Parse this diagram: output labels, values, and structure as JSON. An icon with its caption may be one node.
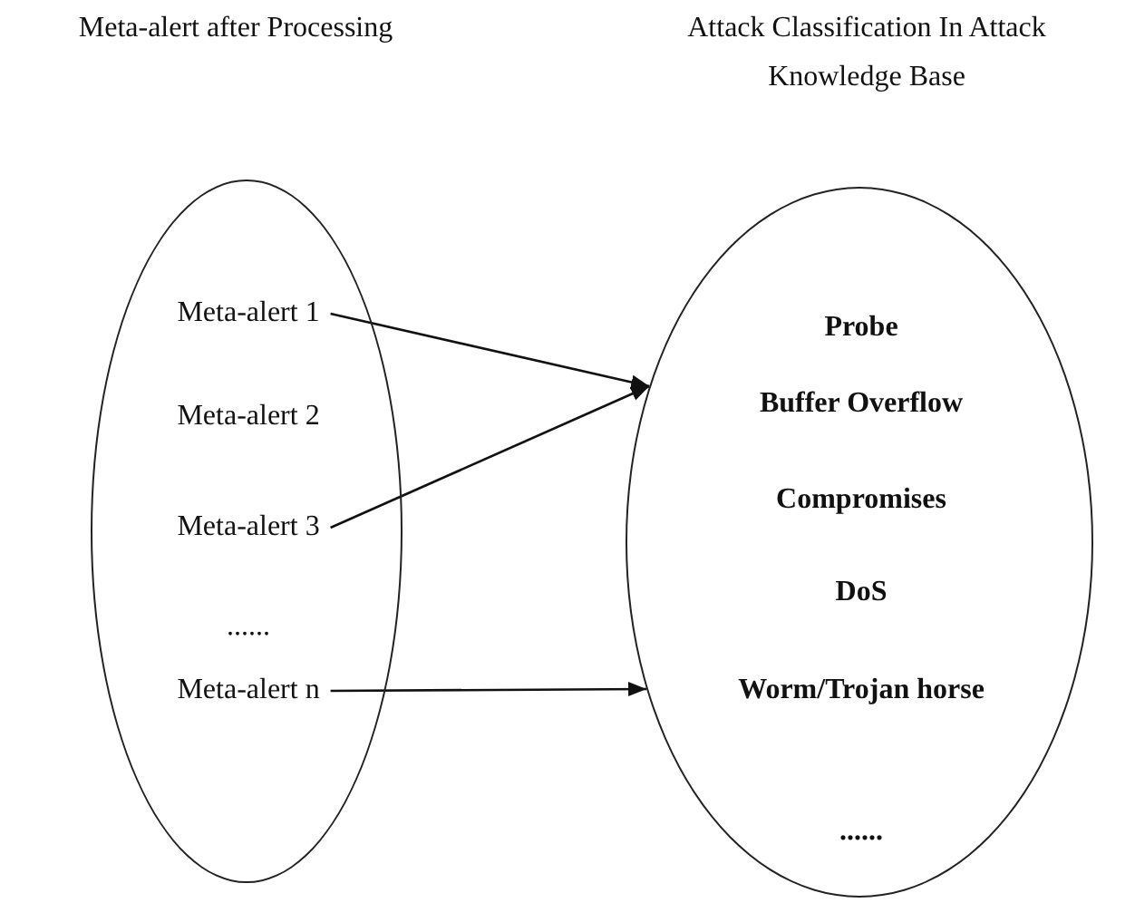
{
  "diagram": {
    "nodes": [
      {
        "text": [
          "Meta-alert after Processing"
        ]
      },
      {
        "text": [
          "Meta-alert 1"
        ],
        "in": 0
      },
      {
        "text": [
          "Meta-alert 2"
        ],
        "in": 0
      },
      {
        "text": [
          "Meta-alert 3"
        ],
        "in": 0
      },
      {
        "text": [
          "......"
        ],
        "in": 0
      },
      {
        "text": [
          "Meta-alert n"
        ],
        "in": 0
      },
      {
        "text": [
          "Attack Classification In Attack Knowledge Base"
        ]
      },
      {
        "text": [
          "Probe"
        ],
        "in": 6
      },
      {
        "text": [
          "Buffer Overflow"
        ],
        "in": 6
      },
      {
        "text": [
          "Compromises"
        ],
        "in": 6
      },
      {
        "text": [
          "DoS"
        ],
        "in": 6
      },
      {
        "text": [
          "Worm/Trojan horse"
        ],
        "in": 6
      },
      {
        "text": [
          "......"
        ],
        "in": 6
      }
    ],
    "edges": [
      {
        "from": 1,
        "to": 6,
        "arrow": "to"
      },
      {
        "from": 3,
        "to": 6,
        "arrow": "to"
      },
      {
        "from": 5,
        "to": 6,
        "arrow": "to"
      }
    ]
  }
}
